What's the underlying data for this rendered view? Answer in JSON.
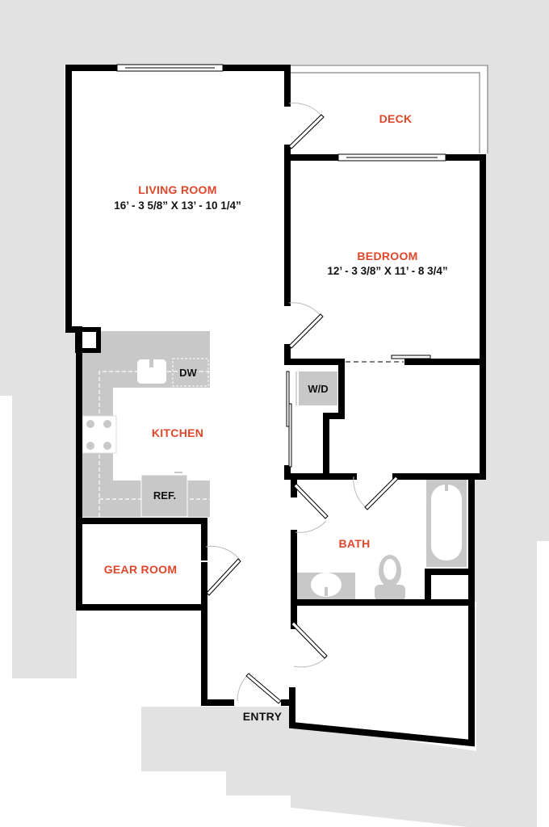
{
  "plan": {
    "title": "Floor plan",
    "colors": {
      "background_shade": "#e2e2e2",
      "wall": "#000000",
      "fixture": "#c8c8c8",
      "room_label": "#e0472a",
      "text": "#111111",
      "floor": "#ffffff"
    },
    "rooms": {
      "living_room": {
        "name": "LIVING ROOM",
        "dimensions": "16’ - 3 5/8” X 13’ - 10 1/4”"
      },
      "bedroom": {
        "name": "BEDROOM",
        "dimensions": "12’ - 3 3/8” X 11’ - 8 3/4”"
      },
      "deck": {
        "name": "DECK"
      },
      "kitchen": {
        "name": "KITCHEN"
      },
      "bath": {
        "name": "BATH"
      },
      "gear_room": {
        "name": "GEAR ROOM"
      },
      "entry": {
        "name": "ENTRY"
      }
    },
    "fixtures": {
      "dishwasher": "DW",
      "refrigerator": "REF.",
      "washer_dryer": "W/D"
    }
  }
}
